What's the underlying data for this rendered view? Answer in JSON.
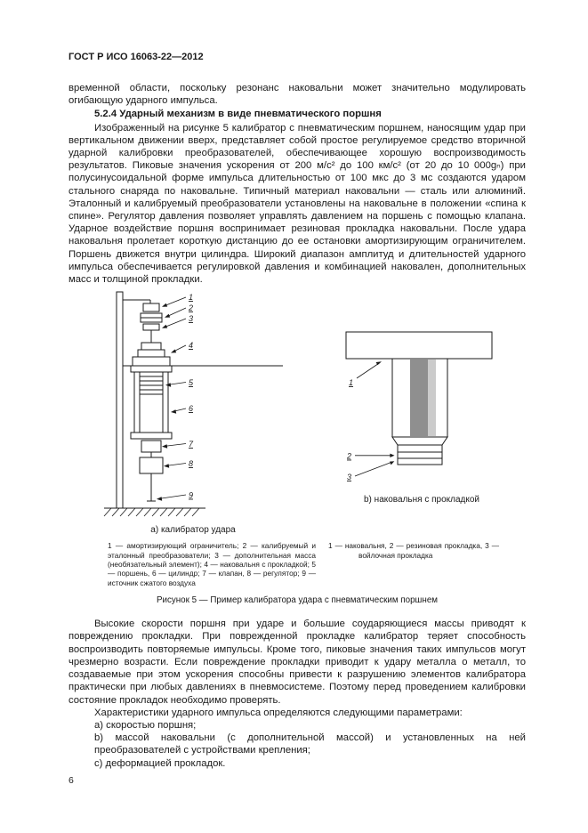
{
  "header": {
    "doc_id": "ГОСТ Р ИСО 16063-22—2012"
  },
  "content": {
    "para_intro": "временной области, поскольку резонанс наковальни может значительно модулировать огибающую ударного импульса.",
    "section_heading": "5.2.4  Ударный механизм в виде пневматического поршня",
    "para_main": "Изображенный на рисунке 5 калибратор с пневматическим поршнем, наносящим удар при вертикальном движении вверх, представляет собой простое регулируемое средство вторичной ударной калибровки преобразователей, обеспечивающее хорошую воспроизводимость результатов. Пиковые значения ускорения от 200 м/с² до 100 км/с² (от 20 до 10 000gₙ) при полусинусоидальной форме импульса длительностью от 100 мкс до 3 мс создаются ударом стального снаряда по наковальне. Типичный материал наковальни — сталь или алюминий. Эталонный и калибруемый преобразователи установлены на наковальне в положении «спина к спине». Регулятор давления позволяет управлять давлением на поршень с помощью клапана. Ударное воздействие поршня воспринимает резиновая прокладка наковальни. После удара наковальня пролетает короткую дистанцию до ее остановки амортизирующим ограничителем. Поршень движется внутри цилиндра. Широкий диапазон амплитуд и длительностей ударного импульса обеспечивается регулировкой давления и комбинацией наковален, дополнительных масс и толщиной прокладки.",
    "para_damage": "Высокие скорости поршня при ударе и большие соударяющиеся массы приводят к повреждению прокладки. При поврежденной прокладке калибратор теряет способность воспроизводить повторяемые импульсы. Кроме того, пиковые значения таких импульсов могут чрезмерно возрасти. Если повреждение прокладки приводит к удару металла о металл, то создаваемые при этом ускорения способны привести к разрушению элементов калибратора практически при любых давлениях в пневмосистеме. Поэтому перед проведением калибровки состояние прокладок необходимо проверять.",
    "para_params": "Характеристики ударного импульса определяются следующими параметрами:",
    "list": {
      "item_a": "a) скоростью поршня;",
      "item_b": "b) массой наковальни (с дополнительной массой) и установленных на ней преобразователей с устройствами крепления;",
      "item_c": "c) деформацией прокладок."
    }
  },
  "figure": {
    "subcaption_a": "а) калибратор удара",
    "subcaption_b": "b) наковальня с прокладкой",
    "legend_a": "1 — амортизирующий ограничитель; 2 — калибруемый и эталонный преобразователи; 3 — дополнительная масса (необязательный элемент); 4 — наковальня с прокладкой; 5 — поршень, 6 — цилиндр; 7 — клапан, 8 — регулятор; 9 — источник сжатого воздуха",
    "legend_b": "1 — наковальня, 2 — резиновая прокладка, 3 — войлочная прокладка",
    "caption": "Рисунок 5 — Пример калибратора удара с пневматическим поршнем",
    "callouts_a": [
      "1",
      "2",
      "3",
      "4",
      "5",
      "6",
      "7",
      "8",
      "9"
    ],
    "callouts_b": [
      "1",
      "2",
      "3"
    ]
  },
  "footer": {
    "page_number": "6"
  }
}
